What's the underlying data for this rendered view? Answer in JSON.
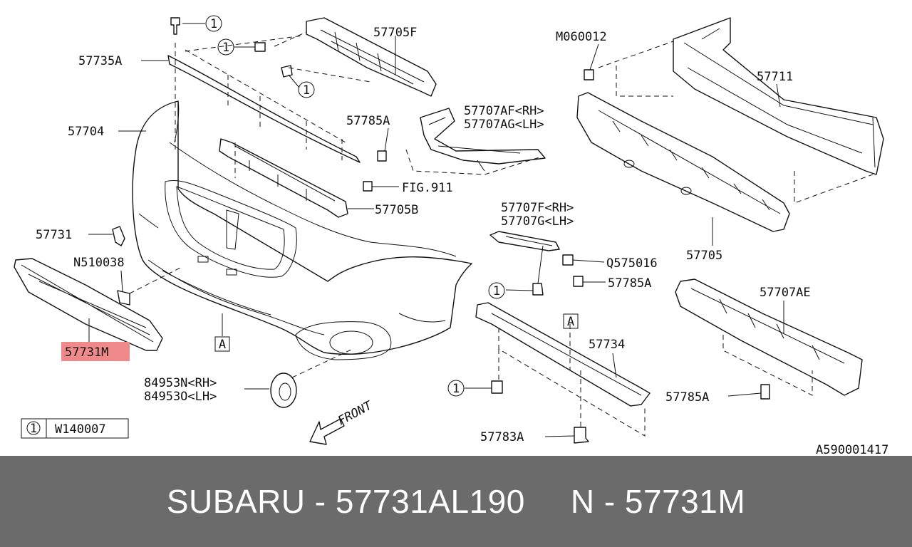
{
  "diagram": {
    "labels": {
      "p57705F": "57705F",
      "m060012": "M060012",
      "p57735A": "57735A",
      "p57711": "57711",
      "p57704": "57704",
      "p57785A_top": "57785A",
      "p57707AF": "57707AF<RH>",
      "p57707AG": "57707AG<LH>",
      "fig911": "FIG.911",
      "p57705B": "57705B",
      "p57707F": "57707F<RH>",
      "p57707G": "57707G<LH>",
      "p57731": "57731",
      "n510038": "N510038",
      "q575016": "Q575016",
      "p57785A_mid": "57785A",
      "p57705": "57705",
      "p57707AE": "57707AE",
      "p57734": "57734",
      "p57731M": "57731M",
      "p84953N": "84953N<RH>",
      "p84953O": "84953O<LH>",
      "p57785A_right": "57785A",
      "p57783A": "57783A",
      "legend_code": "W140007",
      "front": "FRONT",
      "ref": "A590001417",
      "ref_a": "A",
      "callout": "1"
    },
    "highlight_color": "#f08a8a"
  },
  "footer": {
    "brand_part": "SUBARU - 57731AL190",
    "ref_part": "N - 57731M"
  }
}
